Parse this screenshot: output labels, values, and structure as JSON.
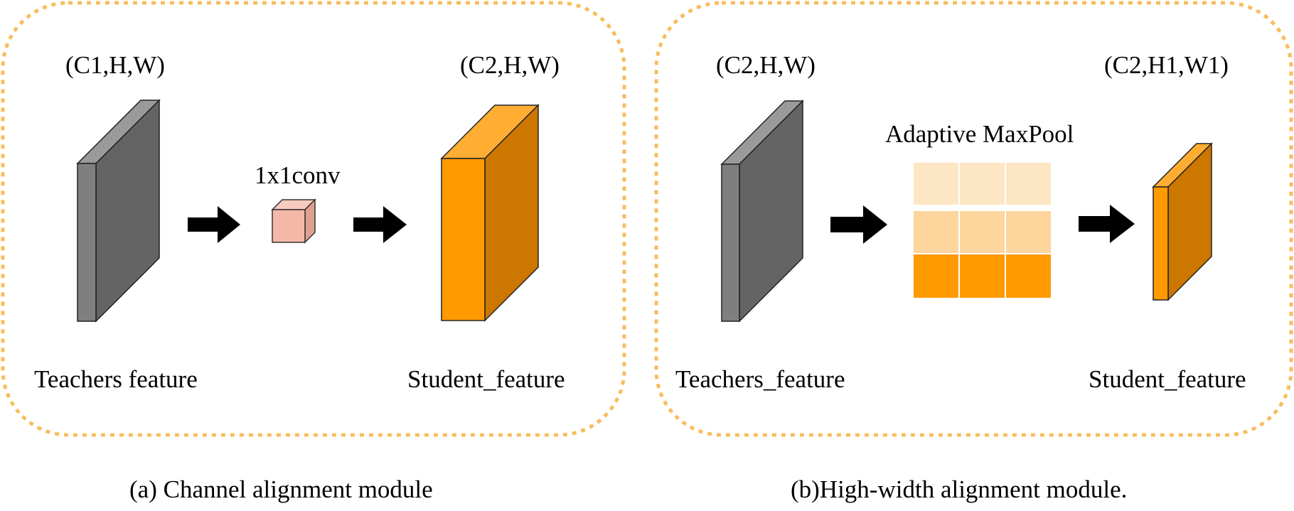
{
  "panels": {
    "a": {
      "input_dims": "(C1,H,W)",
      "output_dims": "(C2,H,W)",
      "operation": "1x1conv",
      "input_label": "Teachers feature",
      "output_label": "Student_feature",
      "caption": "(a) Channel alignment module"
    },
    "b": {
      "input_dims": "(C2,H,W)",
      "output_dims": "(C2,H1,W1)",
      "operation": "Adaptive MaxPool",
      "input_label": "Teachers_feature",
      "output_label": "Student_feature",
      "caption": "(b)High-width alignment module."
    }
  },
  "colors": {
    "border": "#f8bd60",
    "teacher_front": "#7f7f7f",
    "teacher_side": "#646464",
    "teacher_top": "#9a9a9a",
    "student_front": "#ff9a00",
    "student_side": "#cc7700",
    "student_top": "#ffae33",
    "conv_cube": "#f4b8a8",
    "arrow": "#000000",
    "pool_row1": "#fde6c4",
    "pool_row2": "#fdd59d",
    "pool_row3": "#ff9a00"
  }
}
